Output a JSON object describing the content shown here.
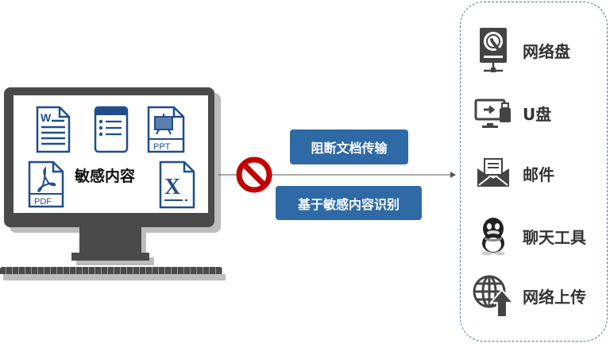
{
  "monitor": {
    "center_label": "敏感内容",
    "doc_labels": {
      "word": "W",
      "ppt": "PPT",
      "pdf": "PDF",
      "excel": "X"
    }
  },
  "block": {
    "action_label": "阻断文档传输",
    "basis_label": "基于敏感内容识别"
  },
  "channels": [
    {
      "label": "网络盘",
      "icon": "network-drive-icon"
    },
    {
      "label": "U盘",
      "icon": "usb-drive-icon"
    },
    {
      "label": "邮件",
      "icon": "mail-icon"
    },
    {
      "label": "聊天工具",
      "icon": "qq-penguin-icon"
    },
    {
      "label": "网络上传",
      "icon": "web-upload-icon"
    }
  ],
  "colors": {
    "blue": "#2f6aa6",
    "doc_blue": "#1f4e8c",
    "red": "#c00000",
    "dark": "#4a4a4a"
  }
}
